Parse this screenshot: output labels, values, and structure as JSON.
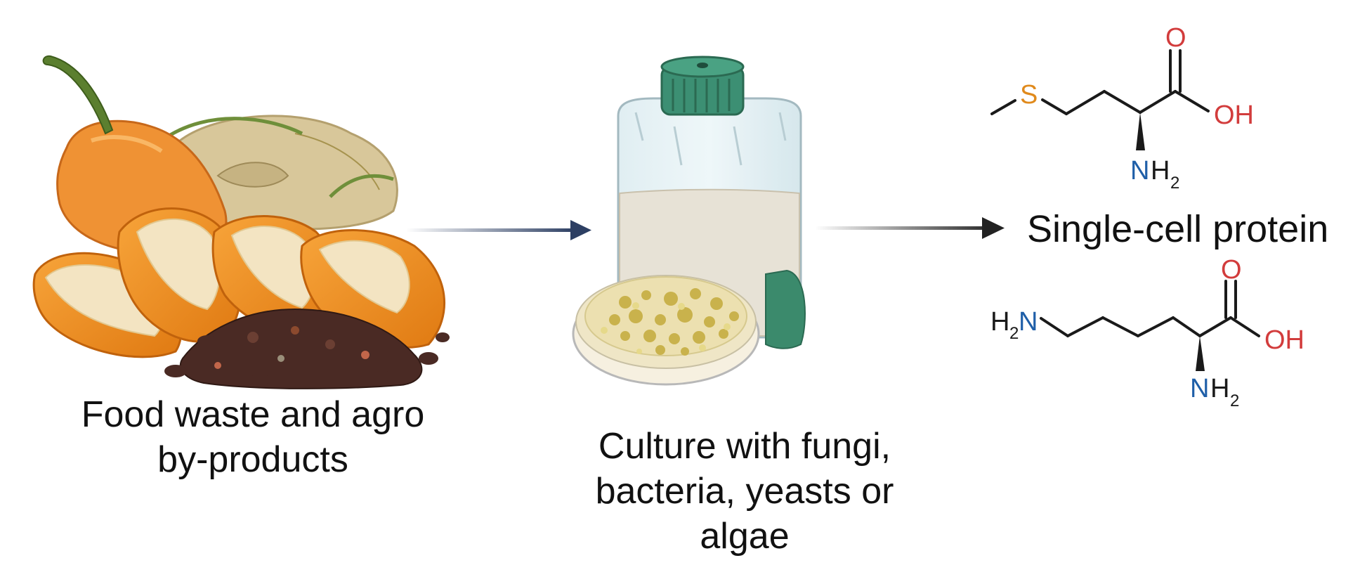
{
  "diagram": {
    "stages": [
      {
        "id": "source",
        "label_lines": [
          "Food waste and agro",
          "by-products"
        ],
        "icon": "food-waste-icon"
      },
      {
        "id": "culture",
        "label_lines": [
          "Culture with fungi,",
          "bacteria, yeasts or",
          "algae"
        ],
        "icon": "bioreactor-icon"
      },
      {
        "id": "product",
        "label_lines": [
          "Single-cell protein"
        ],
        "icon": "amino-acid-structures"
      }
    ],
    "molecules": {
      "top": {
        "S": "S",
        "O": "O",
        "OH": "OH",
        "N": "N",
        "H": "H",
        "sub": "2"
      },
      "bottom": {
        "H": "H",
        "sub1": "2",
        "N": "N",
        "O": "O",
        "OH": "OH",
        "N2": "N",
        "H2": "H",
        "sub2": "2"
      }
    },
    "colors": {
      "arrow1": "#2d3f63",
      "arrow2": "#222222",
      "oxygen": "#d23c3c",
      "nitrogen": "#1f5fa8",
      "sulfur": "#e08a1c",
      "bond": "#1a1a1a"
    }
  }
}
